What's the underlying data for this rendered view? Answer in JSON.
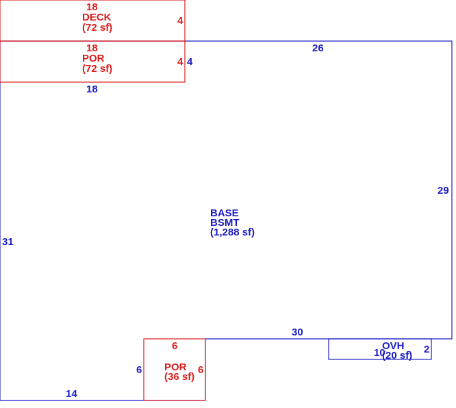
{
  "colors": {
    "main": "#1b1bc4",
    "addition": "#dd1c1c"
  },
  "areas": {
    "deck": {
      "top_dim": "18",
      "name": "DECK",
      "area": "(72 sf)",
      "right_dim": "4"
    },
    "por_top": {
      "top_dim": "18",
      "name": "POR",
      "area": "(72 sf)",
      "right_dim": "4"
    },
    "base": {
      "name": "BASE",
      "sub": "BSMT",
      "area": "(1,288 sf)",
      "dims": {
        "top": "26",
        "right": "29",
        "left": "31",
        "upper_left_width": "18",
        "upper_left_height": "4",
        "inner_bottom": "30",
        "bottom": "14"
      }
    },
    "por_bottom": {
      "top_dim": "6",
      "name": "POR",
      "area": "(36 sf)",
      "left_dim": "6",
      "right_dim": "6"
    },
    "ovh": {
      "name": "OVH",
      "area": "(20 sf)",
      "width_dim": "10",
      "right_dim": "2"
    }
  }
}
